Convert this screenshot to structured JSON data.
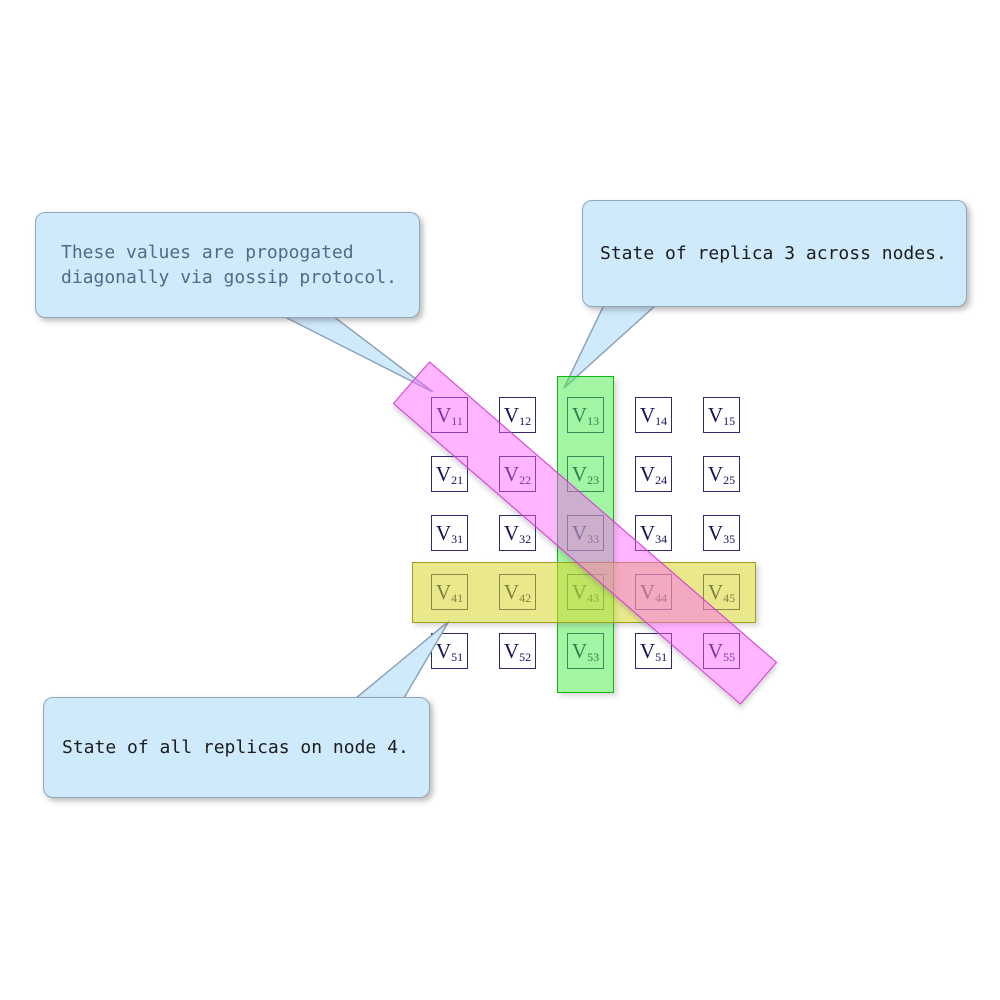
{
  "grid": {
    "letter": "V",
    "cells": [
      {
        "sub": "11"
      },
      {
        "sub": "12"
      },
      {
        "sub": "13"
      },
      {
        "sub": "14"
      },
      {
        "sub": "15"
      },
      {
        "sub": "21"
      },
      {
        "sub": "22"
      },
      {
        "sub": "23"
      },
      {
        "sub": "24"
      },
      {
        "sub": "25"
      },
      {
        "sub": "31"
      },
      {
        "sub": "32"
      },
      {
        "sub": "33"
      },
      {
        "sub": "34"
      },
      {
        "sub": "35"
      },
      {
        "sub": "41"
      },
      {
        "sub": "42"
      },
      {
        "sub": "43"
      },
      {
        "sub": "44"
      },
      {
        "sub": "45"
      },
      {
        "sub": "51"
      },
      {
        "sub": "52"
      },
      {
        "sub": "53"
      },
      {
        "sub": "51"
      },
      {
        "sub": "55"
      }
    ]
  },
  "callouts": [
    {
      "lines": [
        "These values are propogated",
        "diagonally via gossip protocol."
      ]
    },
    {
      "lines": [
        "State of replica 3 across nodes."
      ]
    },
    {
      "lines": [
        "State of all replicas on node 4."
      ]
    }
  ],
  "highlights": {
    "diagonal_band_color": "#ff5aff",
    "column_band_color": "#46eb46",
    "row_band_color": "#d7d72d",
    "callout_fill_color": "#cfeafb"
  }
}
